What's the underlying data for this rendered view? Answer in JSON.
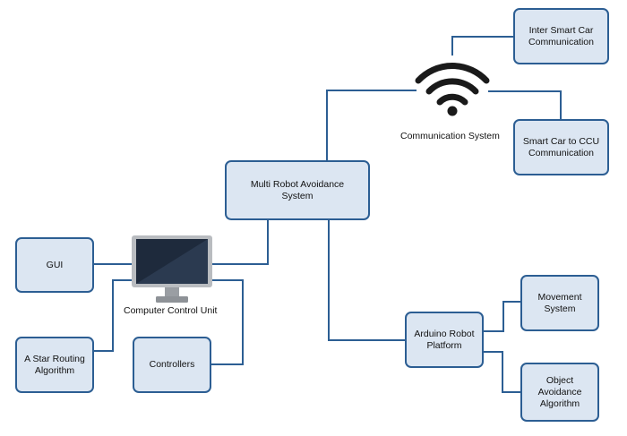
{
  "nodes": {
    "inter_smart_car": "Inter Smart Car\nCommunication",
    "smart_car_ccu": "Smart Car to CCU\nCommunication",
    "multi_robot": "Multi Robot Avoidance\nSystem",
    "gui": "GUI",
    "a_star": "A Star Routing\nAlgorithm",
    "controllers": "Controllers",
    "arduino": "Arduino Robot\nPlatform",
    "movement": "Movement\nSystem",
    "object_avoidance": "Object\nAvoidance\nAlgorithm"
  },
  "labels": {
    "communication_system": "Communication System",
    "computer_control_unit": "Computer Control Unit"
  },
  "icons": {
    "wifi": "wifi-icon",
    "monitor": "computer-monitor-icon"
  },
  "colors": {
    "box_fill": "#dce6f2",
    "box_border": "#2c5e93",
    "line": "#2c5e93",
    "icon_dark": "#1a1a1a"
  }
}
